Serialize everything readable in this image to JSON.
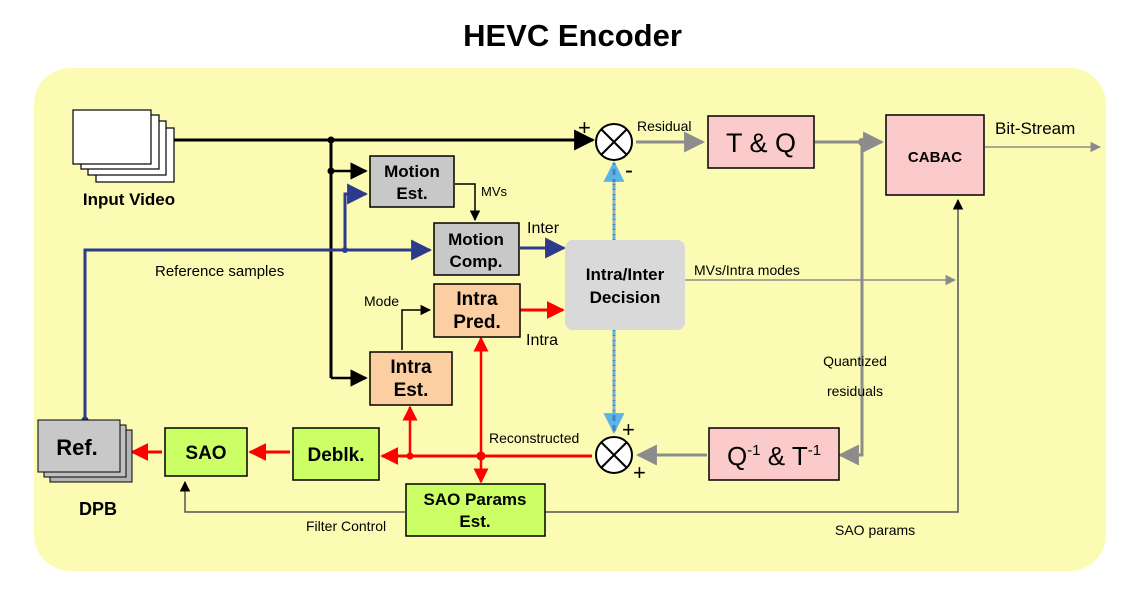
{
  "title": "HEVC Encoder",
  "colors": {
    "background_panel": "#fbfbb4",
    "gray_block": "#c8c8c8",
    "orange_block": "#fbcfa2",
    "pink_block": "#fbcaca",
    "green_block": "#ccff66",
    "decision_block": "#d9d9d9",
    "blue_line": "#2e3a8c",
    "red_line": "#ff0000",
    "gray_line": "#8c8c8c",
    "dashed_line": "#5ab4e6"
  },
  "blocks": {
    "motion_est": [
      "Motion",
      "Est."
    ],
    "motion_comp": [
      "Motion",
      "Comp."
    ],
    "intra_pred": [
      "Intra",
      "Pred."
    ],
    "intra_est": [
      "Intra",
      "Est."
    ],
    "decision": [
      "Intra/Inter",
      "Decision"
    ],
    "tq": "T & Q",
    "cabac": "CABAC",
    "inv_q": "Q",
    "inv_sup1": "-1",
    "inv_amp": " & T",
    "inv_sup2": "-1",
    "sao": "SAO",
    "deblk": "Deblk.",
    "sao_params": [
      "SAO Params",
      "Est."
    ],
    "ref": "Ref."
  },
  "labels": {
    "input_video": "Input Video",
    "dpb": "DPB",
    "residual": "Residual",
    "bitstream": "Bit-Stream",
    "mvs": "MVs",
    "inter": "Inter",
    "reference_samples": "Reference samples",
    "mode": "Mode",
    "intra": "Intra",
    "mvs_intra_modes": "MVs/Intra modes",
    "quantized": "Quantized",
    "residuals": "residuals",
    "reconstructed": "Reconstructed",
    "filter_control": "Filter Control",
    "sao_params_label": "SAO params",
    "plus": "+",
    "minus": "-"
  }
}
